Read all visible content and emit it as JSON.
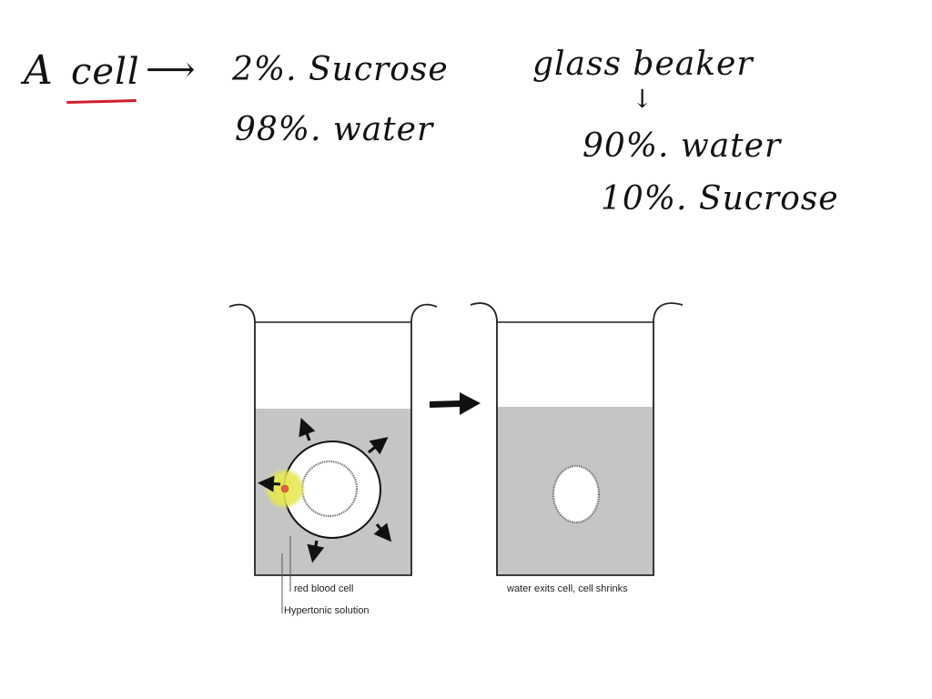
{
  "notes": {
    "cell_line": {
      "prefix": "A",
      "subject": "cell",
      "arrow": "⟶",
      "composition": [
        "2%. Sucrose",
        "98%. water"
      ]
    },
    "beaker_line": {
      "subject": "glass beaker",
      "arrow": "↓",
      "composition": [
        "90%. water",
        "10%. Sucrose"
      ]
    },
    "underline_color": "#d0202c"
  },
  "diagram": {
    "left_beaker": {
      "labels": {
        "cell": "red blood cell",
        "solution": "Hypertonic solution"
      },
      "solution_color": "#c4c6c5",
      "highlight_color": "#e8e84a",
      "marker_color": "#e0603a"
    },
    "transition_arrow": "right-arrow",
    "right_beaker": {
      "caption": "water exits cell, cell shrinks",
      "solution_color": "#c4c6c5"
    }
  }
}
